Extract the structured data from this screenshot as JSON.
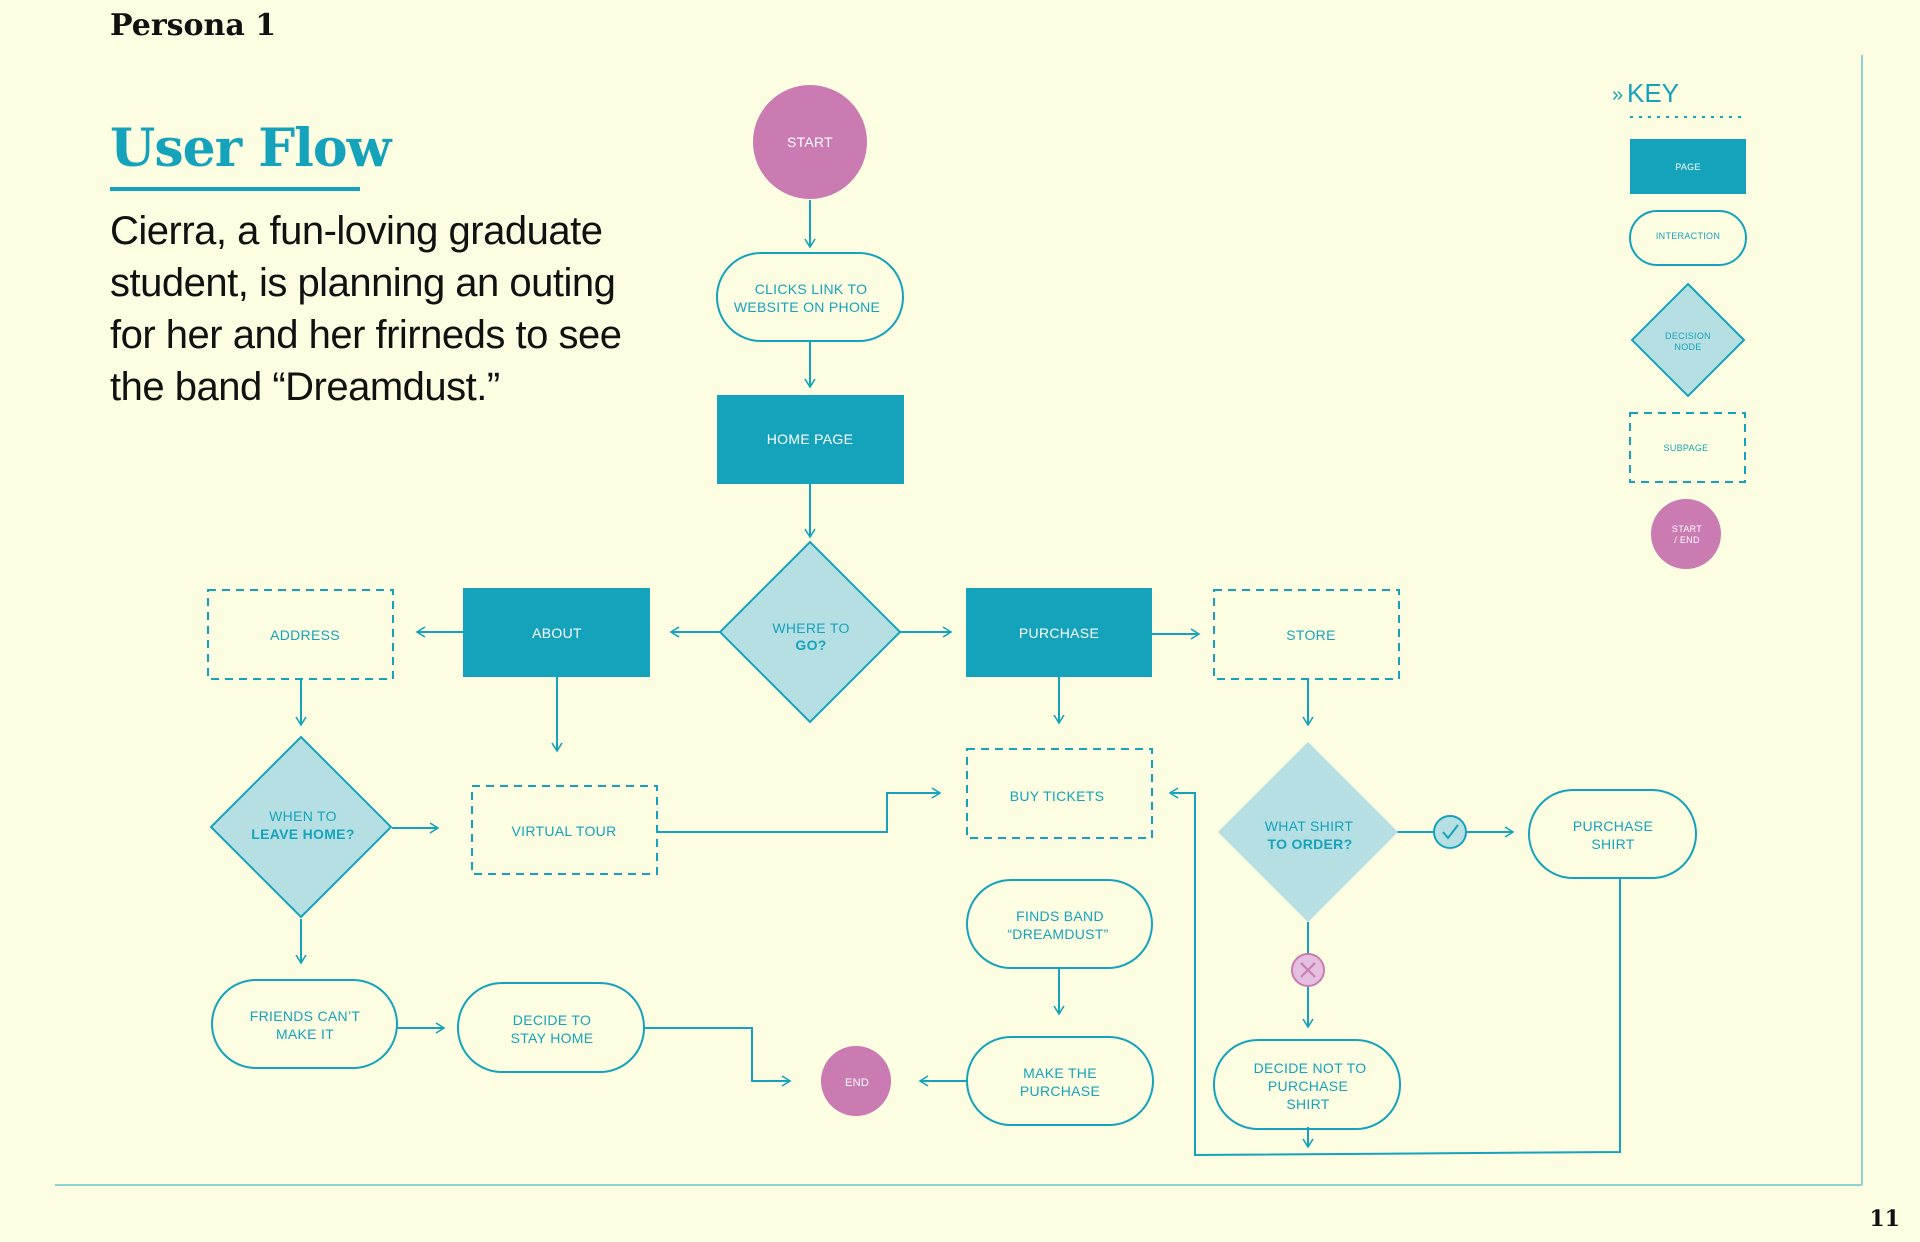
{
  "header": {
    "persona": "Persona 1",
    "title": "User Flow",
    "description": "Cierra, a fun-loving graduate student, is planning an outing for her and her frirneds to see the band  “Dreamdust.”",
    "page_number": "11"
  },
  "colors": {
    "background": "#fdfde1",
    "teal": "#14a3bb",
    "light_teal": "#b6dfe4",
    "pink": "#c97bb2",
    "pink_light": "#e4bfe0"
  },
  "key": {
    "title": "KEY",
    "chevron": "»",
    "page": "PAGE",
    "interaction": "INTERACTION",
    "decision": [
      "DECISION",
      "NODE"
    ],
    "subpage": "SUBPAGE",
    "start_end": [
      "START",
      "/ END"
    ]
  },
  "nodes": {
    "start": "START",
    "clicks_link": [
      "CLICKS LINK TO",
      "WEBSITE ON PHONE"
    ],
    "home_page": "HOME PAGE",
    "where_to_go": [
      "WHERE TO",
      "GO?"
    ],
    "about": "ABOUT",
    "address": "ADDRESS",
    "purchase": "PURCHASE",
    "store": "STORE",
    "when_to_leave": [
      "WHEN TO",
      "LEAVE HOME?"
    ],
    "virtual_tour": "VIRTUAL TOUR",
    "buy_tickets": "BUY TICKETS",
    "what_shirt": [
      "WHAT SHIRT",
      "TO ORDER?"
    ],
    "purchase_shirt": [
      "PURCHASE",
      "SHIRT"
    ],
    "finds_band": [
      "FINDS BAND",
      "“DREAMDUST”"
    ],
    "friends_cant": [
      "FRIENDS CAN’T",
      "MAKE IT"
    ],
    "decide_stay": [
      "DECIDE TO",
      "STAY HOME"
    ],
    "end": "END",
    "make_purchase": [
      "MAKE THE",
      "PURCHASE"
    ],
    "decide_not": [
      "DECIDE NOT TO",
      "PURCHASE",
      "SHIRT"
    ]
  },
  "icons": {
    "yes": "check-circle-icon",
    "no": "x-circle-icon"
  }
}
